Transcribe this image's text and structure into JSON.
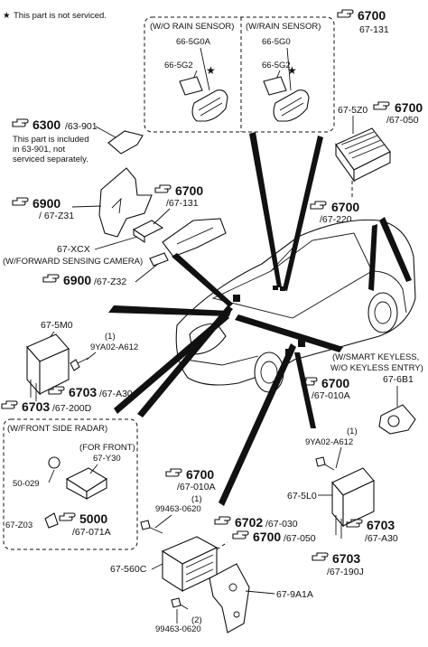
{
  "note": {
    "star": "★",
    "text": "This part is not serviced."
  },
  "rain_sensor": {
    "wo_title": "(W/O RAIN SENSOR)",
    "w_title": "(W/RAIN SENSOR)",
    "wo_a": "66-5G0A",
    "wo_b": "66-5G2",
    "w_a": "66-5G0",
    "w_b": "66-5G2",
    "star": "★"
  },
  "callouts": {
    "top_right_6700": {
      "main": "6700",
      "sub": "67-131"
    },
    "right_6700_a": {
      "main": "6700",
      "sub": "/67-050"
    },
    "right_675z0": "67-5Z0",
    "right_6700_b": {
      "main": "6700",
      "sub": "/67-220"
    },
    "c6300": {
      "main": "6300",
      "sub": "/63-901"
    },
    "included_note": [
      "This part is included",
      "in  63-901, not",
      "serviced separately."
    ],
    "c6900_a": {
      "main": "6900",
      "sub": "/ 67-Z31"
    },
    "c6700_mid": {
      "main": "6700",
      "sub": "/67-131"
    },
    "xcx": "67-XCX",
    "xcx_note": "(W/FORWARD SENSING CAMERA)",
    "c6900_b": {
      "main": "6900",
      "sub": "/67-Z32"
    },
    "m0": "67-5M0",
    "q1": "(1)",
    "bolt1": "9YA02-A612",
    "c6703_a": {
      "main": "6703",
      "sub": "/67-A30"
    },
    "c6703_b": {
      "main": "6703",
      "sub": "/67-200D"
    },
    "keyless_note": [
      "(W/SMART KEYLESS,",
      "W/O KEYLESS ENTRY)"
    ],
    "c6700_key": {
      "main": "6700",
      "sub": "/67-010A"
    },
    "b1": "67-6B1",
    "q1b": "(1)",
    "bolt2": "9YA02-A612",
    "radar_title": "(W/FRONT SIDE RADAR)",
    "for_front": "(FOR FRONT)",
    "y30": "67-Y30",
    "p50": "50-029",
    "z03": "67-Z03",
    "c5000": {
      "main": "5000",
      "sub": "/67-071A"
    },
    "c6700_low": {
      "main": "6700",
      "sub": "/67-010A"
    },
    "q1c": "(1)",
    "bolt3": "99463-0620",
    "c6702": {
      "main": "6702",
      "sub": "/67-030"
    },
    "c6700_low2": {
      "main": "6700",
      "sub": "/67-050"
    },
    "c560c": "67-560C",
    "c9a1a": "67-9A1A",
    "q2": "(2)",
    "bolt4": "99463-0620",
    "l0": "67-5L0",
    "c6703_c": {
      "main": "6703",
      "sub": "/67-A30"
    },
    "c6703_d": {
      "main": "6703",
      "sub": "/67-190J"
    }
  }
}
